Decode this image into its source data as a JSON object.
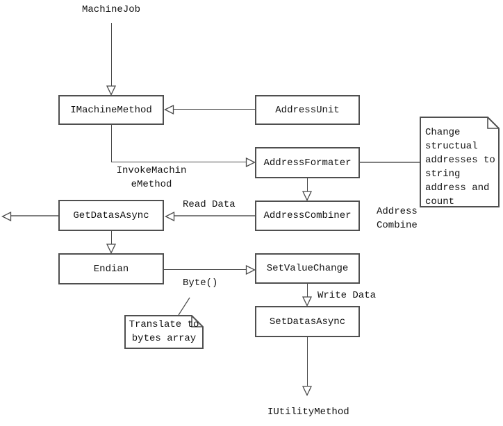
{
  "diagram": {
    "nodes": {
      "imachinemethod": "IMachineMethod",
      "addressunit": "AddressUnit",
      "addressformater": "AddressFormater",
      "getdatasasync": "GetDatasAsync",
      "endian": "Endian",
      "addresscombiner": "AddressCombiner",
      "setvaluechange": "SetValueChange",
      "setdatasasync": "SetDatasAsync"
    },
    "labels": {
      "machinejob": "MachineJob",
      "invokemachinemethod": "InvokeMachin\neMethod",
      "read_data": "Read Data",
      "address_combine": "Address\nCombine",
      "byte": "Byte()",
      "write_data": "Write Data",
      "iutilitymethod": "IUtilityMethod"
    },
    "notes": {
      "change_addresses": "Change\nstructual\naddresses to\nstring\naddress and\ncount",
      "translate_bytes": "Translate to\nbytes array"
    },
    "colors": {
      "line": "#4a4a4a",
      "thick_line": "#7f7f7f",
      "node_border": "#4f4f4f",
      "background": "#ffffff",
      "text": "#111111"
    }
  }
}
